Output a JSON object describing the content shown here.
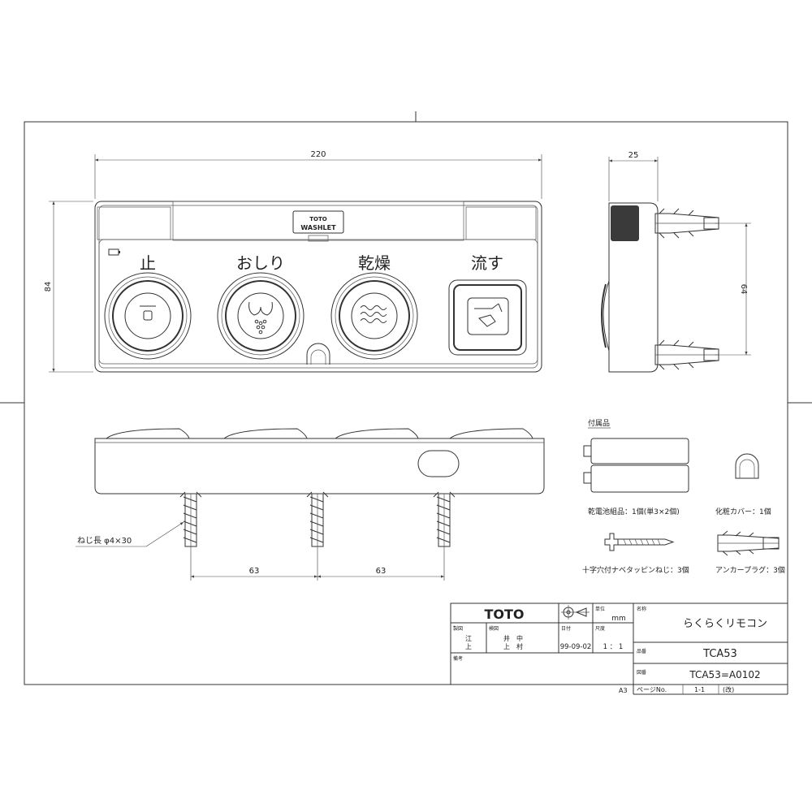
{
  "dimensions": {
    "width_front": "220",
    "height_front": "84",
    "depth_side": "25",
    "screw_pitch_vertical": "64",
    "screw_pitch_1": "63",
    "screw_pitch_2": "63",
    "screw_spec": "ねじ長 φ4×30"
  },
  "remote": {
    "brand_line1": "TOTO",
    "brand_line2": "WASHLET",
    "buttons": [
      {
        "label": "止",
        "icon": "stop-icon"
      },
      {
        "label": "おしり",
        "icon": "rear-wash-icon"
      },
      {
        "label": "乾燥",
        "icon": "dry-icon"
      },
      {
        "label": "流す",
        "icon": "flush-icon"
      }
    ]
  },
  "accessories": {
    "heading": "付属品",
    "items": [
      {
        "name": "乾電池組品：1個(単3×2個)",
        "icon": "battery-pack-icon"
      },
      {
        "name": "化粧カバー：1個",
        "icon": "cover-cap-icon"
      },
      {
        "name": "十字穴付ナベタッピンねじ：3個",
        "icon": "screw-icon"
      },
      {
        "name": "アンカープラグ：3個",
        "icon": "anchor-plug-icon"
      }
    ]
  },
  "title_block": {
    "company": "TOTO",
    "unit_label": "単位",
    "unit": "mm",
    "name_label": "名称",
    "product_name": "らくらくリモコン",
    "drawn_label": "製図",
    "drawn_by_1": "江",
    "drawn_by_2": "上",
    "checked_label": "検図",
    "checked_by_1": "井　中",
    "checked_by_2": "上　村",
    "date_label": "日付",
    "date": "99-09-02",
    "scale_label": "尺度",
    "scale": "1 ： 1",
    "notes_label": "備考",
    "model_label": "品番",
    "model": "TCA53",
    "drawing_no_label": "図番",
    "drawing_no": "TCA53=A0102",
    "sheet_size": "A3",
    "page_label": "ページNo.",
    "page": "1-1",
    "revision": "(改)"
  }
}
